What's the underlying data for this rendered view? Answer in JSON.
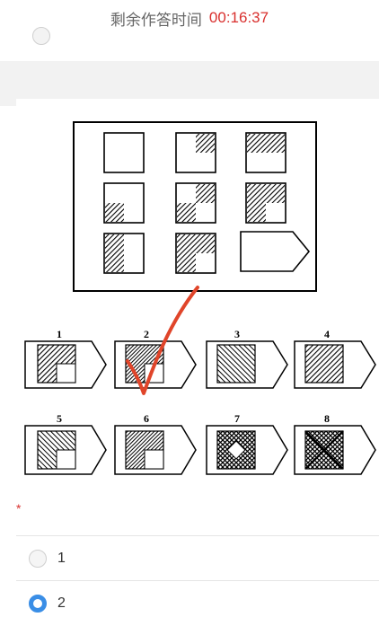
{
  "header": {
    "label": "剩余作答时间",
    "timer": "00:16:37"
  },
  "question": {
    "required_mark": "*",
    "option_labels": [
      "1",
      "2",
      "3",
      "4",
      "5",
      "6",
      "7",
      "8"
    ],
    "answers": [
      {
        "label": "1",
        "selected": false
      },
      {
        "label": "2",
        "selected": true
      }
    ]
  },
  "colors": {
    "timer": "#d9302e",
    "radio_selected": "#3a8ee6",
    "check_mark": "#e0452a"
  }
}
